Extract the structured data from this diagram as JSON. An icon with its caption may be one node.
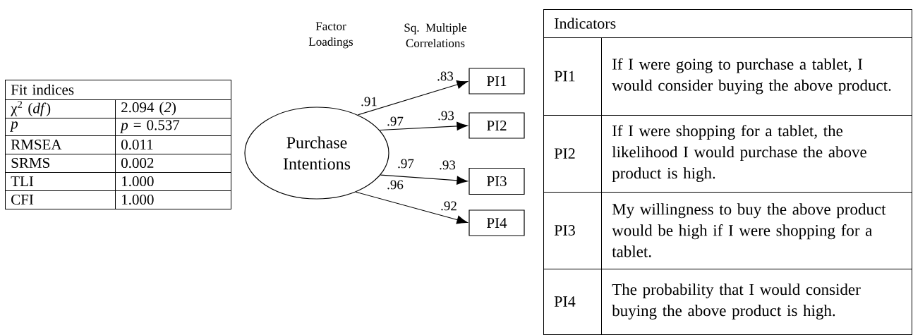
{
  "diagram": {
    "nodes": [
      {
        "text": [
          "Purchase Intentions"
        ]
      },
      {
        "text": [
          "PI1"
        ],
        "beside": [
          ".83"
        ]
      },
      {
        "text": [
          "PI2"
        ],
        "beside": [
          ".93"
        ]
      },
      {
        "text": [
          "PI3"
        ],
        "beside": [
          ".93"
        ]
      },
      {
        "text": [
          "PI4"
        ],
        "beside": [
          ".92"
        ]
      }
    ],
    "edges": [
      {
        "from": 0,
        "to": 1,
        "arrow": "to",
        "label": ".91"
      },
      {
        "from": 0,
        "to": 2,
        "arrow": "to",
        "label": ".97"
      },
      {
        "from": 0,
        "to": 3,
        "arrow": "to",
        "label": ".97"
      },
      {
        "from": 0,
        "to": 4,
        "arrow": "to",
        "label": ".96"
      }
    ],
    "labels": [
      "Factor Loadings",
      "Sq. Multiple Correlations",
      "Fit indices",
      "χ$^{2}$ (*df*)",
      "2.094 (*2*)",
      "p",
      "*p* = 0.537",
      "RMSEA",
      "0.011",
      "SRMS",
      "0.002",
      "TLI",
      "1.000",
      "CFI",
      "1.000",
      "Indicators",
      "PI1",
      "If I were going to purchase a tablet, I would consider buying the above product.",
      "PI2",
      "If I were shopping for a tablet, the likelihood I would purchase the above product is high.",
      "PI3",
      "My willingness to buy the above product would be high if I were shopping for a tablet.",
      "PI4",
      "The probability that I would consider buying the above product is high."
    ]
  }
}
